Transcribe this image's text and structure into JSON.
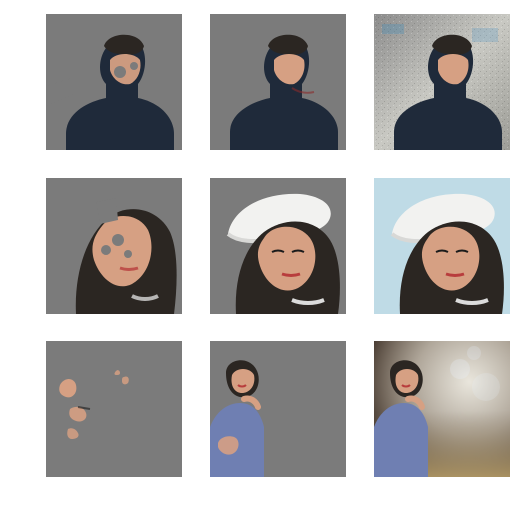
{
  "grid": {
    "rows": 3,
    "cols": 3,
    "cell_background": "#7b7b7b",
    "page_background": "#ffffff"
  },
  "panels": [
    {
      "row": 1,
      "col": 1,
      "label": "",
      "kind": "partial-mask-person",
      "subject": "man-back-view"
    },
    {
      "row": 1,
      "col": 2,
      "label": "",
      "kind": "full-mask-person",
      "subject": "man-back-view"
    },
    {
      "row": 1,
      "col": 3,
      "label": "",
      "kind": "original-photo",
      "subject": "man-back-view"
    },
    {
      "row": 2,
      "col": 1,
      "label": "",
      "kind": "partial-mask-person",
      "subject": "woman-white-beret"
    },
    {
      "row": 2,
      "col": 2,
      "label": "",
      "kind": "full-mask-person",
      "subject": "woman-white-beret"
    },
    {
      "row": 2,
      "col": 3,
      "label": "",
      "kind": "original-photo",
      "subject": "woman-white-beret"
    },
    {
      "row": 3,
      "col": 1,
      "label": "",
      "kind": "partial-mask-person",
      "subject": "curly-hair-woman"
    },
    {
      "row": 3,
      "col": 2,
      "label": "",
      "kind": "full-mask-person",
      "subject": "curly-hair-woman"
    },
    {
      "row": 3,
      "col": 3,
      "label": "",
      "kind": "original-photo",
      "subject": "curly-hair-woman"
    }
  ],
  "colors": {
    "gray_bg": "#7b7b7b",
    "skin": "#d6a083",
    "dark_hair": "#2b2622",
    "navy_shirt": "#1f2a3a",
    "city_bg": "#b7b7b0",
    "beret": "#f2f2f0",
    "light_blue_bg": "#bfdbe6",
    "dress_blue": "#6f7fb2",
    "bokeh_bg": "#6a5a44"
  }
}
